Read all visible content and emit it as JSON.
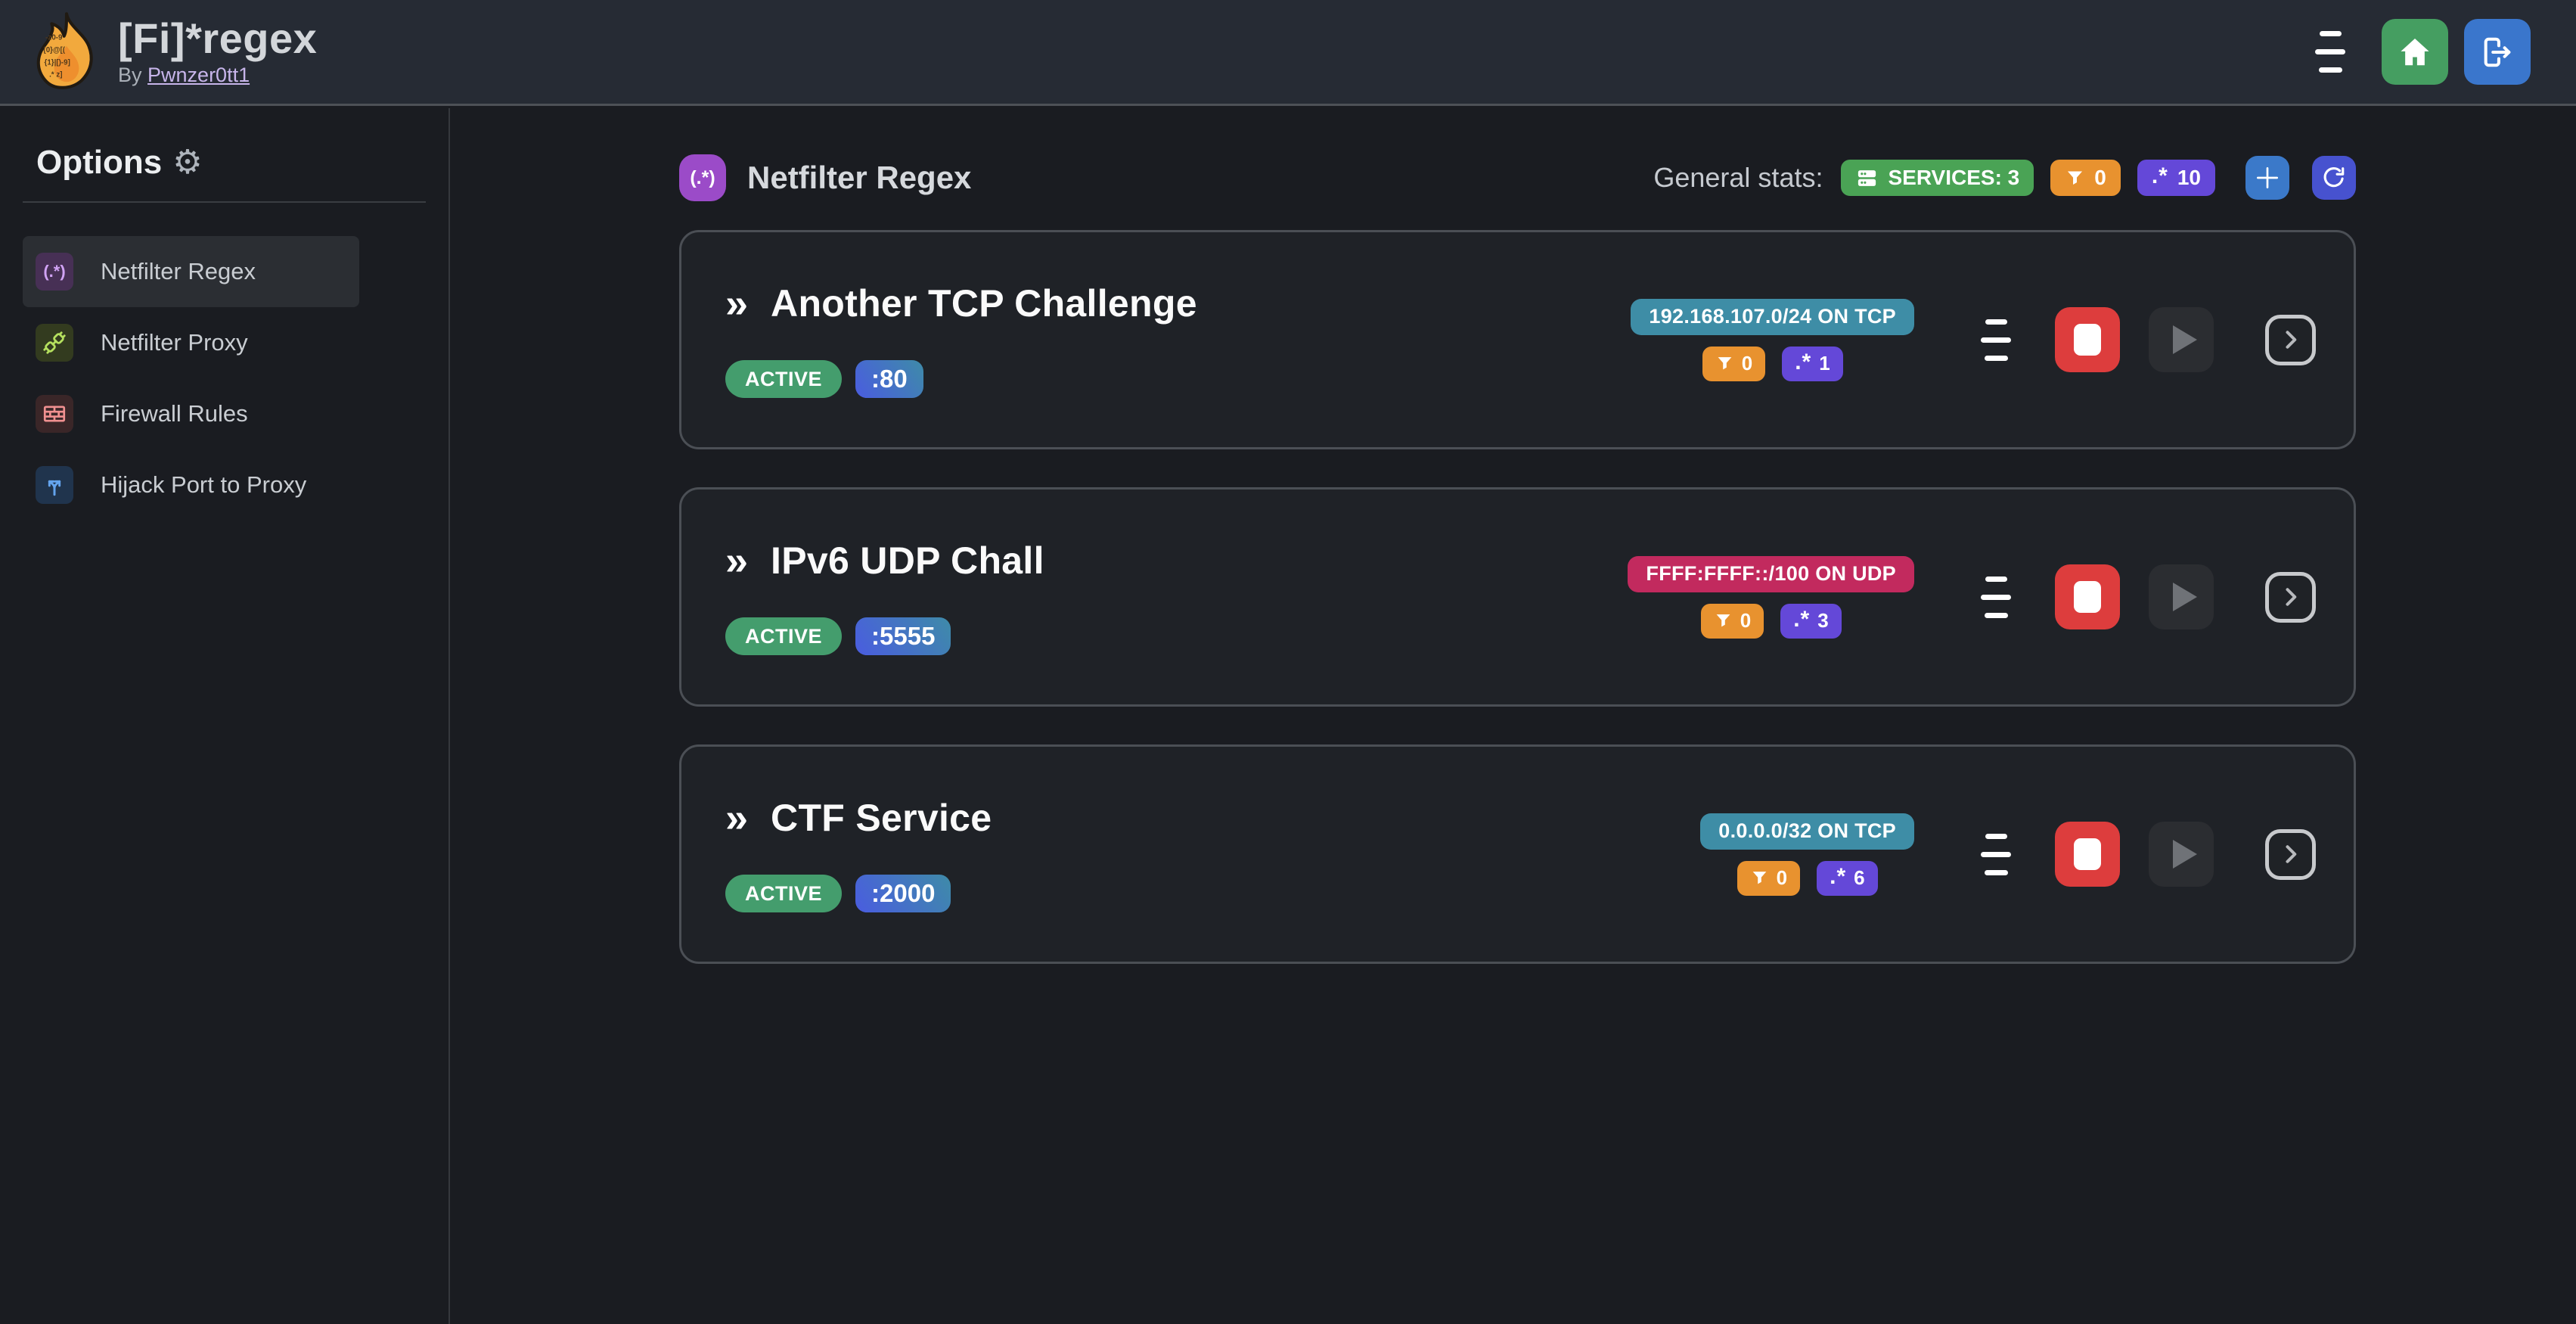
{
  "app": {
    "title": "[Fi]*regex",
    "byline_prefix": "By",
    "author": "Pwnzer0tt1"
  },
  "sidebar": {
    "heading": "Options",
    "gear_glyph": "⚙",
    "items": [
      {
        "label": "Netfilter Regex",
        "glyph": "(.*)",
        "selected": true
      },
      {
        "label": "Netfilter Proxy",
        "selected": false
      },
      {
        "label": "Firewall Rules",
        "selected": false
      },
      {
        "label": "Hijack Port to Proxy",
        "selected": false
      }
    ]
  },
  "main": {
    "section_icon_glyph": "(.*)",
    "section_title": "Netfilter Regex",
    "stats": {
      "label": "General stats:",
      "services": "SERVICES: 3",
      "filters": "0",
      "regexes": "10"
    },
    "services": [
      {
        "title": "Another TCP Challenge",
        "status": "ACTIVE",
        "port": ":80",
        "endpoint": "192.168.107.0/24 ON TCP",
        "endpoint_color": "#3e8da6",
        "filters": "0",
        "regexes": "1"
      },
      {
        "title": "IPv6 UDP Chall",
        "status": "ACTIVE",
        "port": ":5555",
        "endpoint": "FFFF:FFFF::/100 ON UDP",
        "endpoint_color": "#c22a5e",
        "filters": "0",
        "regexes": "3"
      },
      {
        "title": "CTF Service",
        "status": "ACTIVE",
        "port": ":2000",
        "endpoint": "0.0.0.0/32 ON TCP",
        "endpoint_color": "#3e8da6",
        "filters": "0",
        "regexes": "6"
      }
    ]
  },
  "glyphs": {
    "title_marker": "»",
    "regex_badge_glyph": ".*"
  },
  "colors": {
    "header_bg": "#262b34",
    "page_bg": "#1a1c21",
    "card_bg": "#1f2227",
    "card_border": "#4b4f55",
    "green_badge": "#4aa355",
    "active_badge": "#449d6d",
    "orange_badge": "#e8922f",
    "violet_badge": "#6448d8",
    "teal_endpoint": "#3e8da6",
    "pink_endpoint": "#c22a5e",
    "stop_red": "#dd3d3d",
    "home_green": "#459e61",
    "logout_blue": "#3a76cc",
    "plus_blue": "#3b79c9",
    "refresh_indigo": "#4752cf",
    "brand_purple": "#9b4bc8",
    "link_lavender": "#c7b5ea"
  }
}
